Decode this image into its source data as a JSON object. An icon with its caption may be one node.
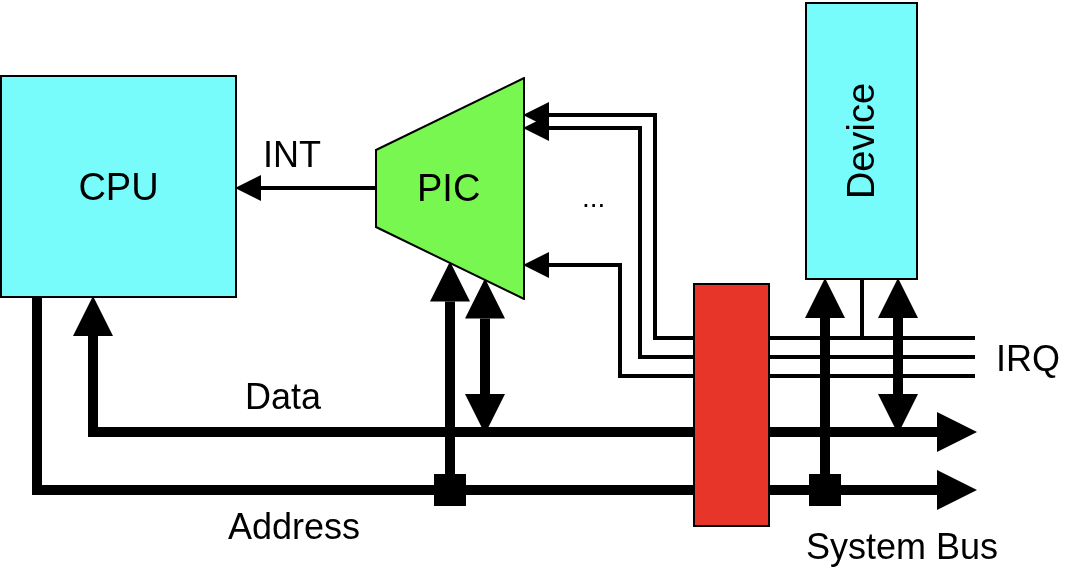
{
  "diagram": {
    "nodes": [
      {
        "text": [
          "CPU"
        ]
      },
      {
        "text": [
          "PIC"
        ]
      },
      {
        "text": [
          "Device"
        ]
      },
      {
        "text": [],
        "shape": "bar"
      }
    ],
    "edges": [
      {
        "from": 1,
        "to": 0,
        "arrow": "to",
        "label": "INT"
      },
      {
        "from": 0,
        "to": null,
        "arrow": "both",
        "label": "Data",
        "style": "thick"
      },
      {
        "from": 0,
        "to": null,
        "arrow": "to",
        "label": "Address",
        "style": "thick"
      },
      {
        "from": null,
        "to": 1,
        "arrow": "to",
        "style": "thick"
      },
      {
        "from": null,
        "to": 1,
        "arrow": "both",
        "style": "thick"
      },
      {
        "from": 2,
        "to": null,
        "arrow": "both",
        "style": "thick"
      },
      {
        "from": null,
        "to": 2,
        "arrow": "to",
        "style": "thick"
      },
      {
        "from": 2,
        "to": null,
        "arrow": "none"
      },
      {
        "from": 3,
        "to": 1,
        "arrow": "to"
      },
      {
        "from": 3,
        "to": 1,
        "arrow": "to"
      },
      {
        "from": 3,
        "to": 1,
        "arrow": "to"
      },
      {
        "from": 3,
        "to": null,
        "arrow": "none"
      },
      {
        "from": 3,
        "to": null,
        "arrow": "none"
      },
      {
        "from": 3,
        "to": null,
        "arrow": "none"
      }
    ],
    "labels": [
      "...",
      "IRQ",
      "System Bus"
    ]
  }
}
